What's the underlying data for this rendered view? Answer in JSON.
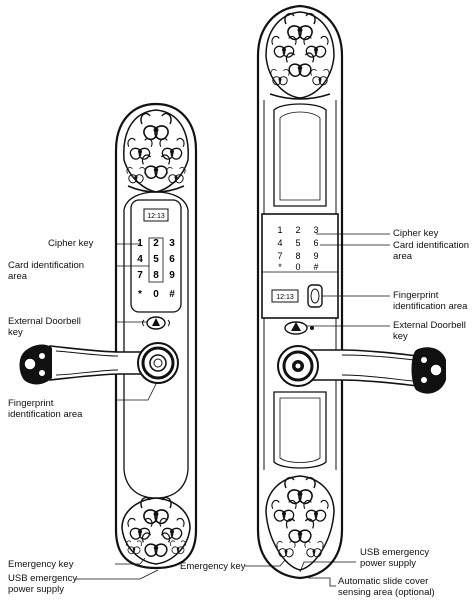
{
  "left_lock": {
    "display_time": "12:13",
    "keypad": [
      "1",
      "2",
      "3",
      "4",
      "5",
      "6",
      "7",
      "8",
      "9",
      "*",
      "0",
      "#"
    ]
  },
  "right_lock": {
    "display_time": "12:13",
    "keypad": [
      "1",
      "2",
      "3",
      "4",
      "5",
      "6",
      "7",
      "8",
      "9",
      "*",
      "0",
      "#"
    ]
  },
  "labels": {
    "cipher_key_left": "Cipher key",
    "card_area_left_1": "Card identification",
    "card_area_left_2": "area",
    "doorbell_left_1": "External Doorbell",
    "doorbell_left_2": "key",
    "fingerprint_left_1": "Fingerprint",
    "fingerprint_left_2": "identification area",
    "emergency_key_left": "Emergency key",
    "usb_left_1": "USB emergency",
    "usb_left_2": "power supply",
    "cipher_key_right": "Cipher key",
    "card_area_right_1": "Card identification",
    "card_area_right_2": "area",
    "fingerprint_right_1": "Fingerprint",
    "fingerprint_right_2": "identification area",
    "doorbell_right_1": "External Doorbell",
    "doorbell_right_2": "key",
    "emergency_key_right": "Emergency key",
    "usb_right_1": "USB emergency",
    "usb_right_2": "power supply",
    "slide_cover_1": "Automatic slide cover",
    "slide_cover_2": "sensing area (optional)"
  }
}
